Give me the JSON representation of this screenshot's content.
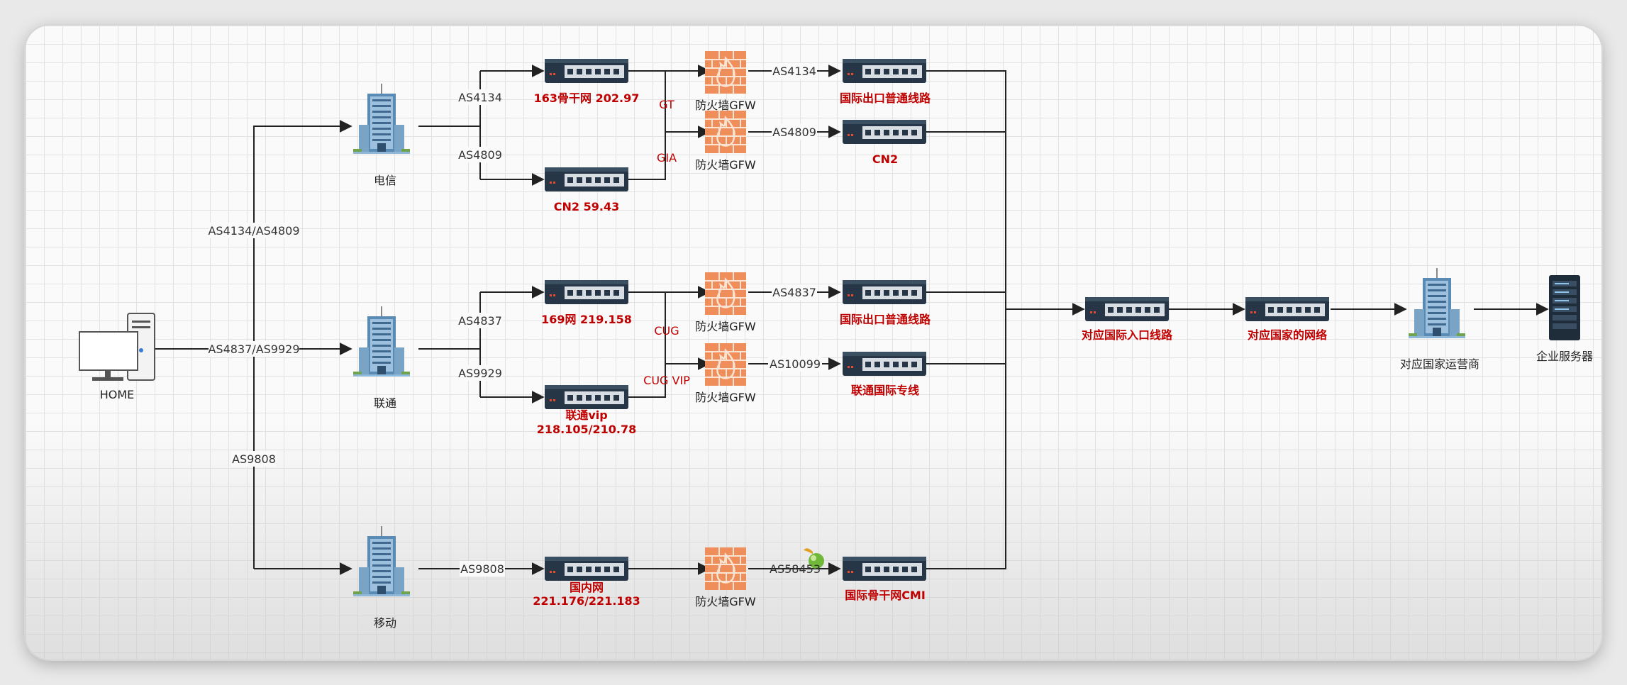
{
  "nodes": {
    "home": "HOME",
    "telecom": "电信",
    "unicom": "联通",
    "mobile": "移动",
    "sw_163": "163骨干网    202.97",
    "sw_cn2": "CN2   59.43",
    "sw_169": "169网    219.158",
    "sw_unicom_vip_1": "联通vip",
    "sw_unicom_vip_2": "218.105/210.78",
    "sw_domestic_1": "国内网",
    "sw_domestic_2": "221.176/221.183",
    "fw": "防火墙GFW",
    "intl_exit_telecom": "国际出口普通线路",
    "cn2_out": "CN2",
    "intl_exit_unicom": "国际出口普通线路",
    "unicom_intl": "联通国际专线",
    "cmi": "国际骨干网CMI",
    "entry": "对应国际入口线路",
    "country_net": "对应国家的网络",
    "country_carrier": "对应国家运营商",
    "server": "企业服务器"
  },
  "edges": {
    "home_top": "AS4134/AS4809",
    "home_mid": "AS4837/AS9929",
    "home_bottom": "AS9808",
    "as4134": "AS4134",
    "as4809": "AS4809",
    "as4837": "AS4837",
    "as9929": "AS9929",
    "as9808": "AS9808",
    "gt": "GT",
    "gia": "GIA",
    "cug": "CUG",
    "cug_vip": "CUG VIP",
    "fw_as4134": "AS4134",
    "fw_as4809": "AS4809",
    "fw_as4837": "AS4837",
    "fw_as10099": "AS10099",
    "fw_as58453": "AS58453"
  },
  "colors": {
    "label_red": "#c00000",
    "switch_body": "#263646",
    "firewall": "#e8824b",
    "building": "#4a7ea8"
  }
}
